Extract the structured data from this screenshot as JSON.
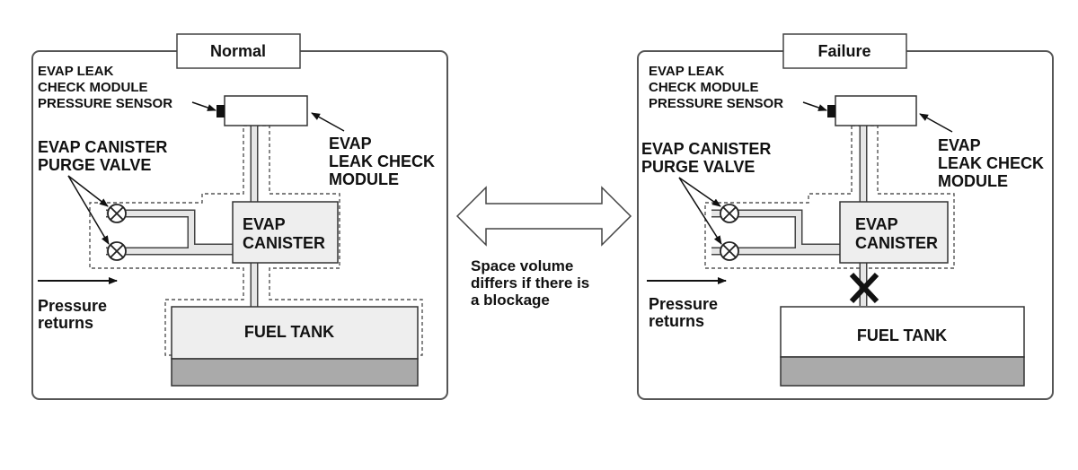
{
  "panels": [
    {
      "title": "Normal",
      "sensor_label": [
        "EVAP LEAK",
        "CHECK MODULE",
        "PRESSURE SENSOR"
      ],
      "module_label": [
        "EVAP",
        "LEAK CHECK",
        "MODULE"
      ],
      "valve_label": [
        "EVAP CANISTER",
        "PURGE VALVE"
      ],
      "canister_label": [
        "EVAP",
        "CANISTER"
      ],
      "tank_label": "FUEL TANK",
      "pressure_label": [
        "Pressure",
        "returns"
      ]
    },
    {
      "title": "Failure",
      "sensor_label": [
        "EVAP LEAK",
        "CHECK MODULE",
        "PRESSURE SENSOR"
      ],
      "module_label": [
        "EVAP",
        "LEAK CHECK",
        "MODULE"
      ],
      "valve_label": [
        "EVAP CANISTER",
        "PURGE VALVE"
      ],
      "canister_label": [
        "EVAP",
        "CANISTER"
      ],
      "tank_label": "FUEL TANK",
      "pressure_label": [
        "Pressure",
        "returns"
      ]
    }
  ],
  "center_note": [
    "Space volume",
    "differs if there is",
    "a blockage"
  ],
  "blockage_mark": "X"
}
